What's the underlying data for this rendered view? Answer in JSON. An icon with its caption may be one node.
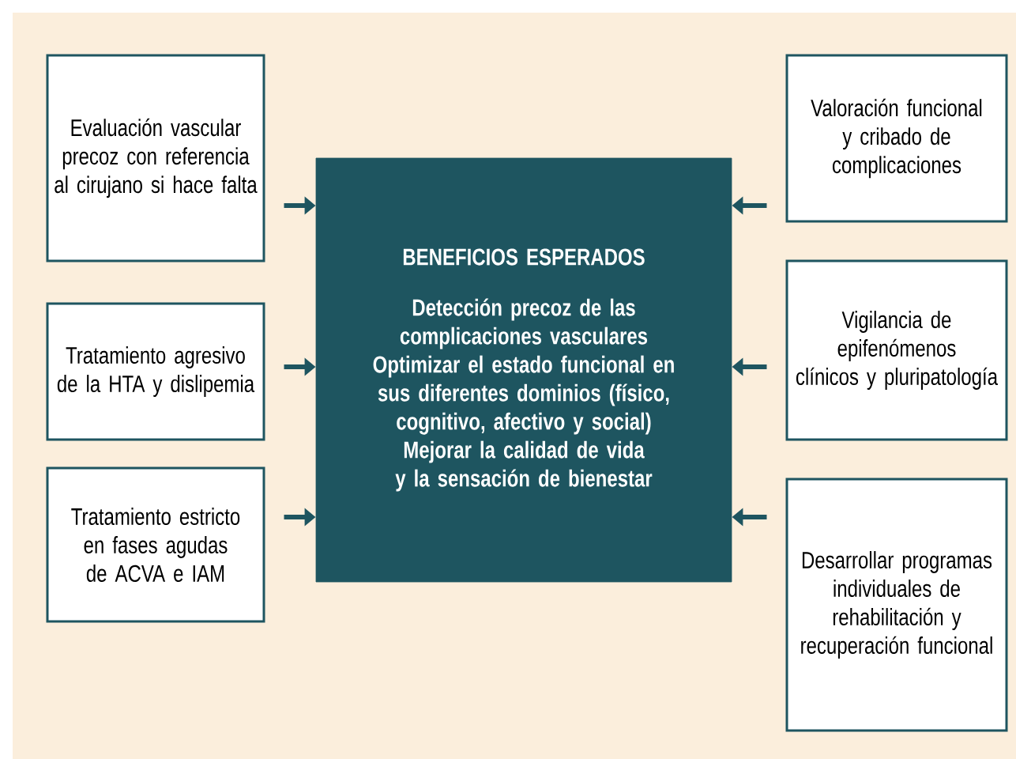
{
  "diagram": {
    "nodes": [
      {
        "text": [
          "BENEFICIOS ESPERADOS",
          "Detección precoz de las complicaciones vasculares",
          "Optimizar el estado funcional en sus diferentes dominios (físico, cognitivo, afectivo y social)",
          "Mejorar la calidad de vida y la sensación de bienestar"
        ]
      },
      {
        "text": [
          "Evaluación vascular precoz con referencia al cirujano si hace falta"
        ]
      },
      {
        "text": [
          "Valoración funcional y cribado de complicaciones"
        ]
      },
      {
        "text": [
          "Tratamiento agresivo de la HTA y dislipemia"
        ]
      },
      {
        "text": [
          "Vigilancia de epifenómenos clínicos y pluripatología"
        ]
      },
      {
        "text": [
          "Tratamiento estricto en fases agudas de ACVA e IAM"
        ]
      },
      {
        "text": [
          "Desarrollar programas individuales de rehabilitación y recuperación funcional"
        ]
      }
    ],
    "edges": [
      {
        "from": 1,
        "to": 0,
        "arrow": "to"
      },
      {
        "from": 2,
        "to": 0,
        "arrow": "to"
      },
      {
        "from": 3,
        "to": 0,
        "arrow": "to"
      },
      {
        "from": 4,
        "to": 0,
        "arrow": "to"
      },
      {
        "from": 5,
        "to": 0,
        "arrow": "to"
      },
      {
        "from": 6,
        "to": 0,
        "arrow": "to"
      }
    ]
  }
}
